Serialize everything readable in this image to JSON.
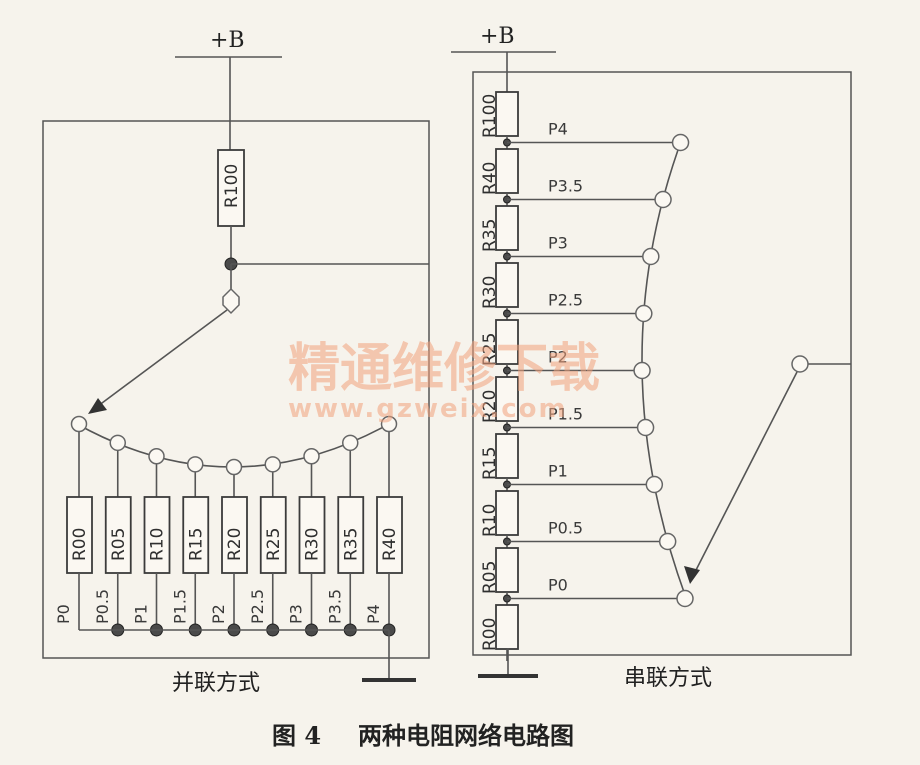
{
  "supply_label": "+B",
  "left_circuit": {
    "title": "并联方式",
    "top_resistor": "R100",
    "resistors": [
      "R00",
      "R05",
      "R10",
      "R15",
      "R20",
      "R25",
      "R30",
      "R35",
      "R40"
    ],
    "positions": [
      "P0",
      "P0.5",
      "P1",
      "P1.5",
      "P2",
      "P2.5",
      "P3",
      "P3.5",
      "P4"
    ]
  },
  "right_circuit": {
    "title": "串联方式",
    "resistors": [
      "R100",
      "R40",
      "R35",
      "R30",
      "R25",
      "R20",
      "R15",
      "R10",
      "R05",
      "R00"
    ],
    "taps": [
      "P4",
      "P3.5",
      "P3",
      "P2.5",
      "P2",
      "P1.5",
      "P1",
      "P0.5",
      "P0"
    ]
  },
  "caption": {
    "number": "图 4",
    "text": "两种电阻网络电路图"
  },
  "watermark": {
    "cn": "精通维修下载",
    "url": "www.gzweix.com"
  }
}
